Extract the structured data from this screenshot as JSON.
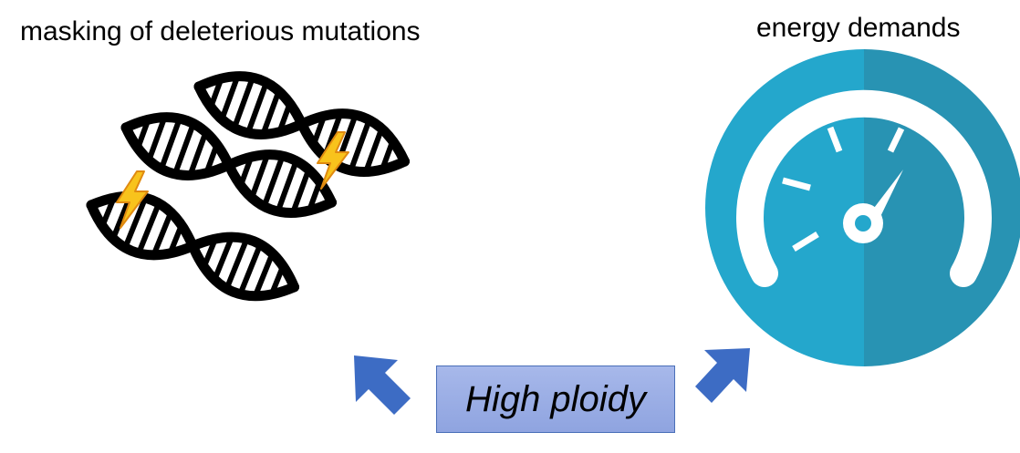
{
  "diagram": {
    "center_label": "High ploidy",
    "left_label": "masking of deleterious mutations",
    "right_label": "energy demands",
    "icons": {
      "left": "dna-double-helix-icon",
      "left_accents": "lightning-bolt-icon",
      "right": "speedometer-gauge-icon",
      "arrows": "arrow-icon"
    },
    "colors": {
      "box_fill": "#9aade5",
      "box_border": "#4a6fb8",
      "arrow": "#3d6cc4",
      "gauge_light": "#24a7cc",
      "gauge_dark": "#2893b3",
      "bolt": "#f8c31c"
    }
  }
}
